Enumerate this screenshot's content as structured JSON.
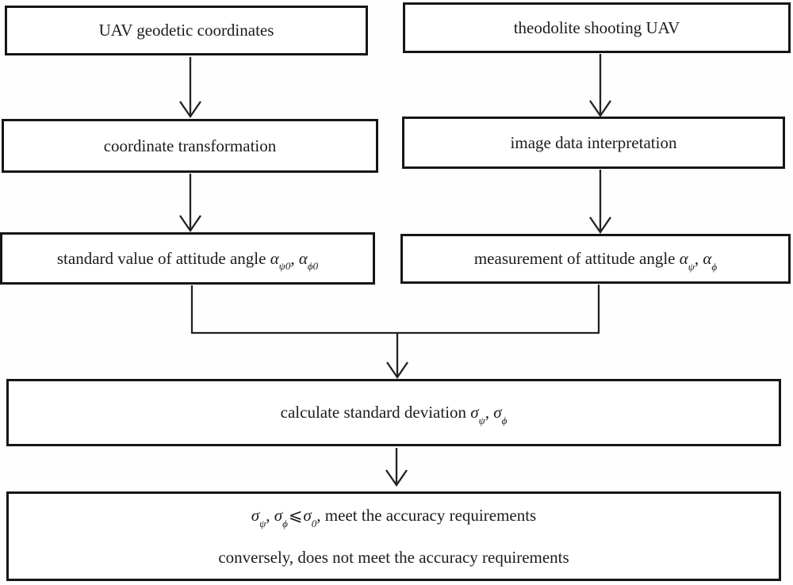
{
  "boxes": {
    "uav": {
      "label": "UAV geodetic coordinates"
    },
    "theodolite": {
      "label": "theodolite shooting UAV"
    },
    "coord": {
      "label": "coordinate transformation"
    },
    "interpret": {
      "label": "image data interpretation"
    },
    "standard": {
      "prefix": "standard value of attitude angle ",
      "alpha1": "α",
      "sub1": "ψ0",
      "sep": ", ",
      "alpha2": "α",
      "sub2": "ϕ0"
    },
    "measure": {
      "prefix": "measurement of attitude angle ",
      "alpha1": "α",
      "sub1": "ψ",
      "sep": ", ",
      "alpha2": "α",
      "sub2": "ϕ"
    },
    "calc": {
      "prefix": "calculate standard deviation ",
      "sigma1": "σ",
      "sub1": "ψ",
      "sep": ", ",
      "sigma2": "σ",
      "sub2": "ϕ"
    },
    "decision": {
      "l1_sigma1": "σ",
      "l1_sub1": "ψ",
      "l1_sep1": ", ",
      "l1_sigma2": "σ",
      "l1_sub2": "ϕ",
      "l1_leq": "⩽",
      "l1_sigma3": "σ",
      "l1_sub3": "0",
      "l1_rest": ", meet the accuracy requirements",
      "line2": "conversely, does not meet the accuracy requirements"
    }
  },
  "style": {
    "line_color": "#222222",
    "border_color": "#161616",
    "background": "#fefefe"
  }
}
